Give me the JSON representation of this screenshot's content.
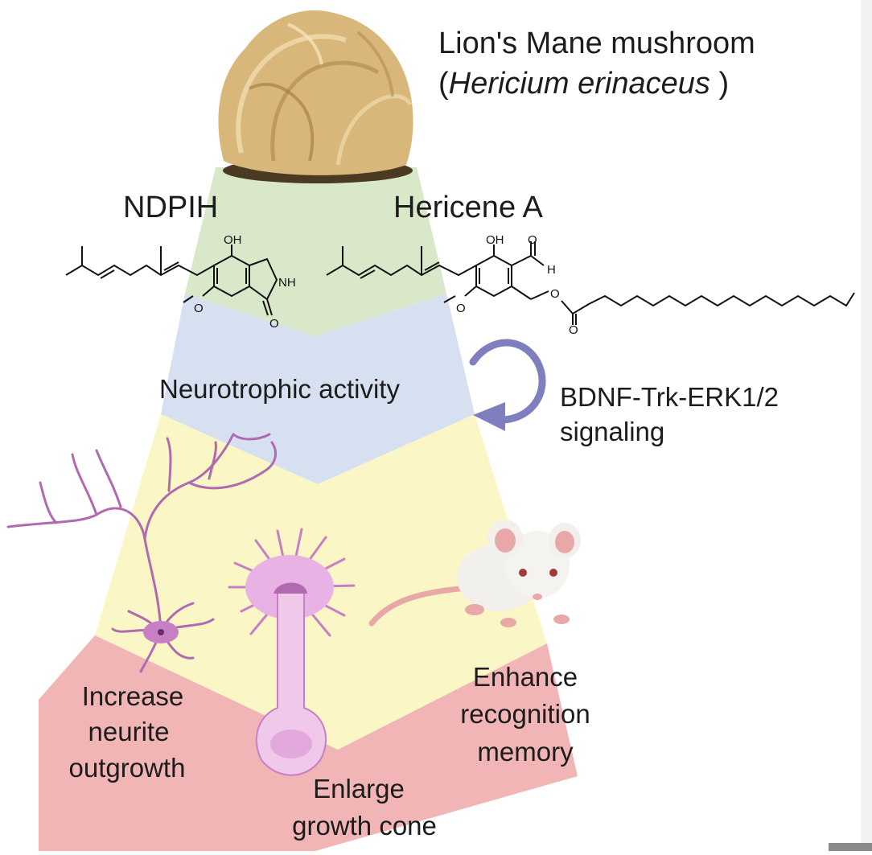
{
  "title": {
    "line1": "Lion's Mane mushroom",
    "paren_open": "(",
    "species": "Hericium erinaceus",
    "paren_close": " )"
  },
  "compounds": [
    "NDPIH",
    "Hericene A"
  ],
  "chem_labels": {
    "oh": "OH",
    "nh": "NH",
    "o": "O",
    "h": "H"
  },
  "mechanism": {
    "activity": "Neurotrophic activity",
    "signaling_line1": "BDNF-Trk-ERK1/2",
    "signaling_line2": "signaling"
  },
  "outcomes": {
    "neurite": [
      "Increase",
      "neurite",
      "outgrowth"
    ],
    "growth_cone": [
      "Enlarge",
      "growth cone"
    ],
    "memory": [
      "Enhance",
      "recognition",
      "memory"
    ]
  },
  "colors": {
    "green_band": "#d8e8c8",
    "blue_band": "#d6e0f0",
    "yellow_band": "#faf6c6",
    "red_band": "#f2b5b5",
    "arrow": "#7f7fbf",
    "neuron": "#b06aae",
    "mouse_body": "#f2f0ec",
    "mouse_pink": "#e8a8a8",
    "mushroom": "#d9b77a"
  },
  "icons": [
    "mushroom-image",
    "neuron-icon",
    "growth-cone-icon",
    "mouse-icon",
    "circular-arrow-icon"
  ]
}
